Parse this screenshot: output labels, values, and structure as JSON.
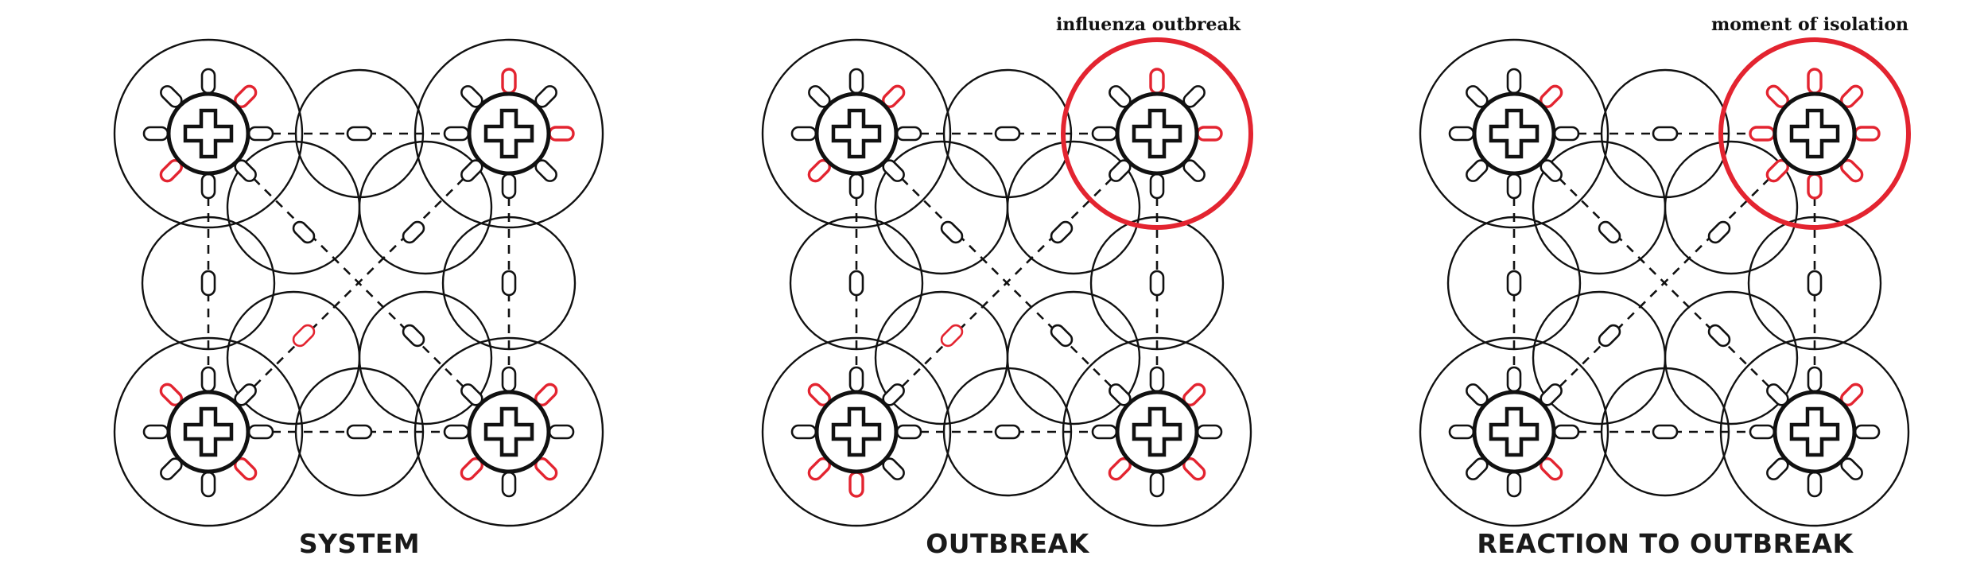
{
  "colors": {
    "ink": "#111111",
    "highlight": "#e32430",
    "background": "#ffffff"
  },
  "panels": [
    {
      "title": "SYSTEM",
      "annotation": "",
      "highlight_node": null,
      "red_pods": {
        "top-left": [
          "NE",
          "SW"
        ],
        "top-right": [
          "E",
          "N"
        ],
        "bottom-left": [
          "NW",
          "SE"
        ],
        "bottom-right": [
          "NE",
          "SW",
          "SE"
        ]
      },
      "red_links": [
        "diag-tr-bl-2"
      ]
    },
    {
      "title": "OUTBREAK",
      "annotation": "influenza outbreak",
      "highlight_node": "top-right",
      "red_pods": {
        "top-left": [
          "NE",
          "SW"
        ],
        "top-right": [
          "N",
          "E"
        ],
        "bottom-left": [
          "NW",
          "SW",
          "S"
        ],
        "bottom-right": [
          "NE",
          "SW",
          "SE"
        ]
      },
      "red_links": [
        "diag-tr-bl-2"
      ]
    },
    {
      "title": "REACTION TO OUTBREAK",
      "annotation": "moment of isolation",
      "highlight_node": "top-right",
      "red_pods": {
        "top-left": [
          "NE"
        ],
        "top-right": [
          "N",
          "NE",
          "E",
          "SE",
          "S",
          "SW",
          "W",
          "NW"
        ],
        "bottom-left": [
          "SE"
        ],
        "bottom-right": [
          "NE"
        ]
      },
      "red_links": []
    }
  ]
}
